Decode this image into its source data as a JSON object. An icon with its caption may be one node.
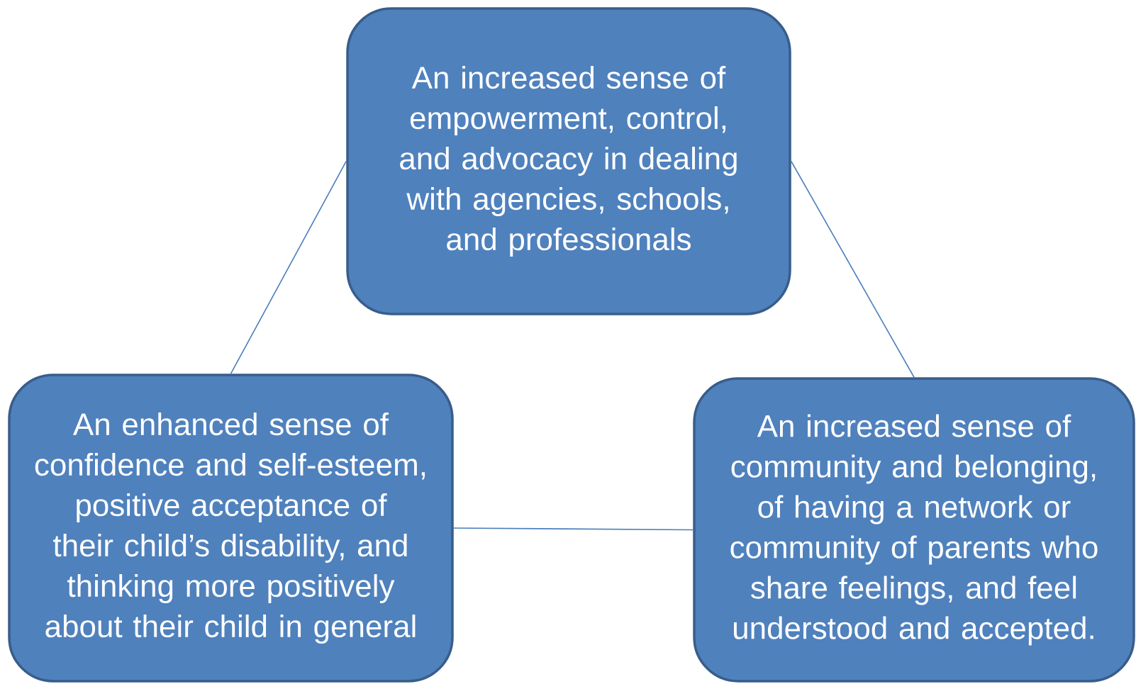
{
  "diagram": {
    "nodes": [
      {
        "text": [
          "An increased sense of empowerment, control, and advocacy in dealing with agencies, schools, and professionals"
        ]
      },
      {
        "text": [
          "An enhanced sense of confidence and self-esteem, positive acceptance of their child’s disability, and thinking more positively about their child in general"
        ]
      },
      {
        "text": [
          "An increased sense of community and belonging, of having a network or community of parents who share feelings, and feel understood and accepted."
        ]
      }
    ],
    "edges": [
      {
        "from": 0,
        "to": 1,
        "arrow": "none"
      },
      {
        "from": 0,
        "to": 2,
        "arrow": "none"
      },
      {
        "from": 1,
        "to": 2,
        "arrow": "none"
      }
    ]
  }
}
